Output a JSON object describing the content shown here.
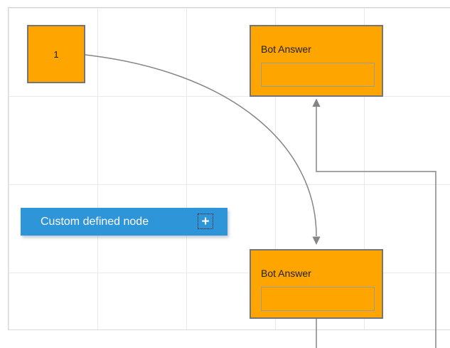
{
  "diagram": {
    "nodes": {
      "start_square": {
        "label": "1"
      },
      "bot_answer_top": {
        "label": "Bot Answer",
        "input_value": "",
        "input_placeholder": ""
      },
      "bot_answer_bottom": {
        "label": "Bot Answer",
        "input_value": "",
        "input_placeholder": ""
      },
      "custom_node": {
        "label": "Custom defined node",
        "plus_glyph": "+"
      }
    },
    "connectors": [
      {
        "id": "curve-square1-to-bottom-bot",
        "type": "bezier",
        "arrow_at": "target"
      },
      {
        "id": "ortho-bottom-bot-to-top-bot",
        "type": "orthogonal",
        "arrow_at": "target"
      }
    ],
    "colors": {
      "node_fill": "#FFA500",
      "node_border": "#757575",
      "custom_node_fill": "#2E95D8",
      "custom_node_text": "#FFFFFF",
      "connector": "#858585",
      "grid_line": "#E9E9E9",
      "canvas_border": "#D9D9D9"
    }
  }
}
